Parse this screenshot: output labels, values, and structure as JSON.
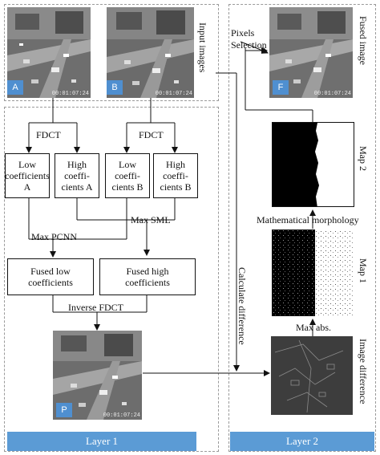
{
  "inputs": {
    "a": "A",
    "b": "B",
    "title": "Input images"
  },
  "fused": {
    "badge": "F",
    "title": "Fused image"
  },
  "output": {
    "badge": "P"
  },
  "timestamp": "00:01:07:24",
  "pixels_selection": "Pixels\nSelection",
  "fdct_left": "FDCT",
  "fdct_right": "FDCT",
  "boxes": {
    "low_a": "Low\ncoefficients A",
    "high_a": "High\ncoeffi-\ncients A",
    "low_b": "Low\ncoeffi-\ncients B",
    "high_b": "High\ncoeffi-\ncients B",
    "fused_low": "Fused low\ncoefficients",
    "fused_high": "Fused high\ncoefficients"
  },
  "labels": {
    "max_sml": "Max SML",
    "max_pcnn": "Max PCNN",
    "inverse_fdct": "Inverse FDCT",
    "calculate_difference": "Calculate difference",
    "math_morph": "Mathematical morphology",
    "max_abs": "Max abs.",
    "map2": "Map 2",
    "map1": "Map 1",
    "image_difference": "Image difference"
  },
  "layers": {
    "layer1": "Layer 1",
    "layer2": "Layer 2"
  },
  "colors": {
    "accent": "#5b9bd5",
    "badge": "#4f8fd0",
    "dash": "#9a9a9a"
  }
}
